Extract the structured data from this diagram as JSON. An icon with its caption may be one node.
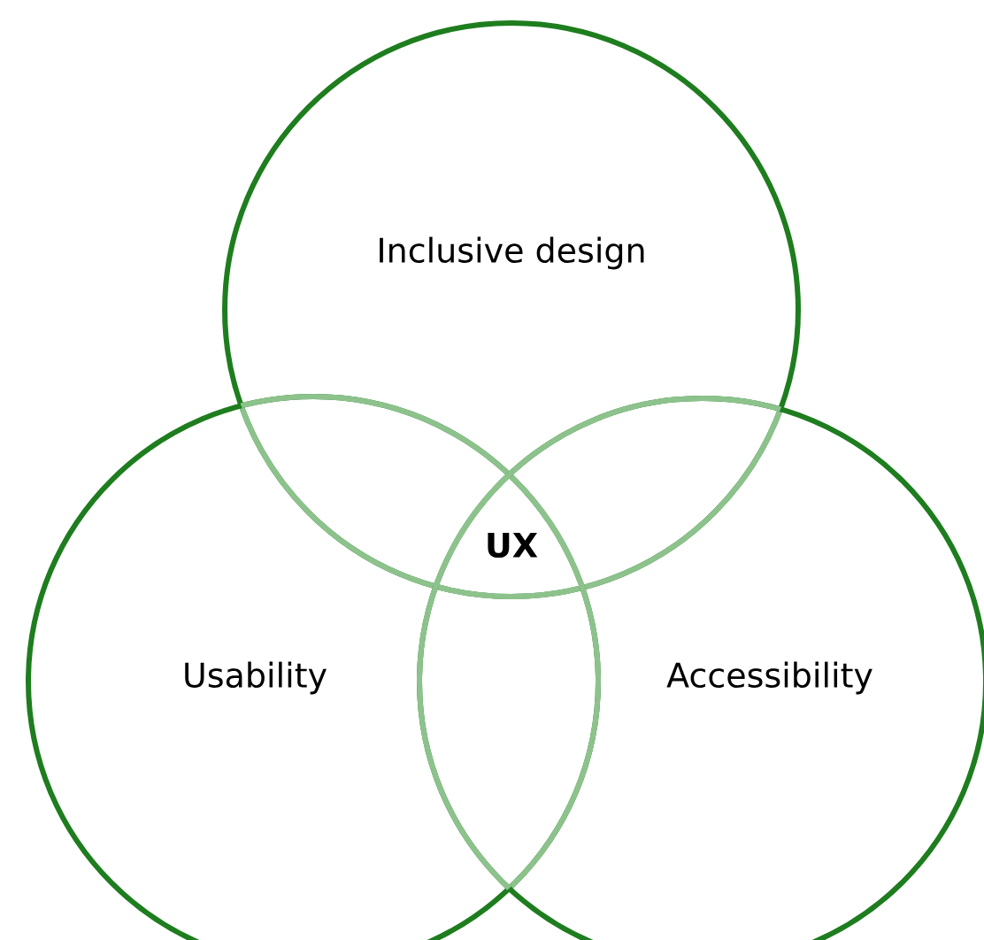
{
  "diagram": {
    "nodes": [
      {
        "text": [
          "Inclusive design"
        ]
      },
      {
        "text": [
          "Usability"
        ]
      },
      {
        "text": [
          "Accessibility"
        ]
      }
    ],
    "labels": [
      "UX"
    ]
  }
}
